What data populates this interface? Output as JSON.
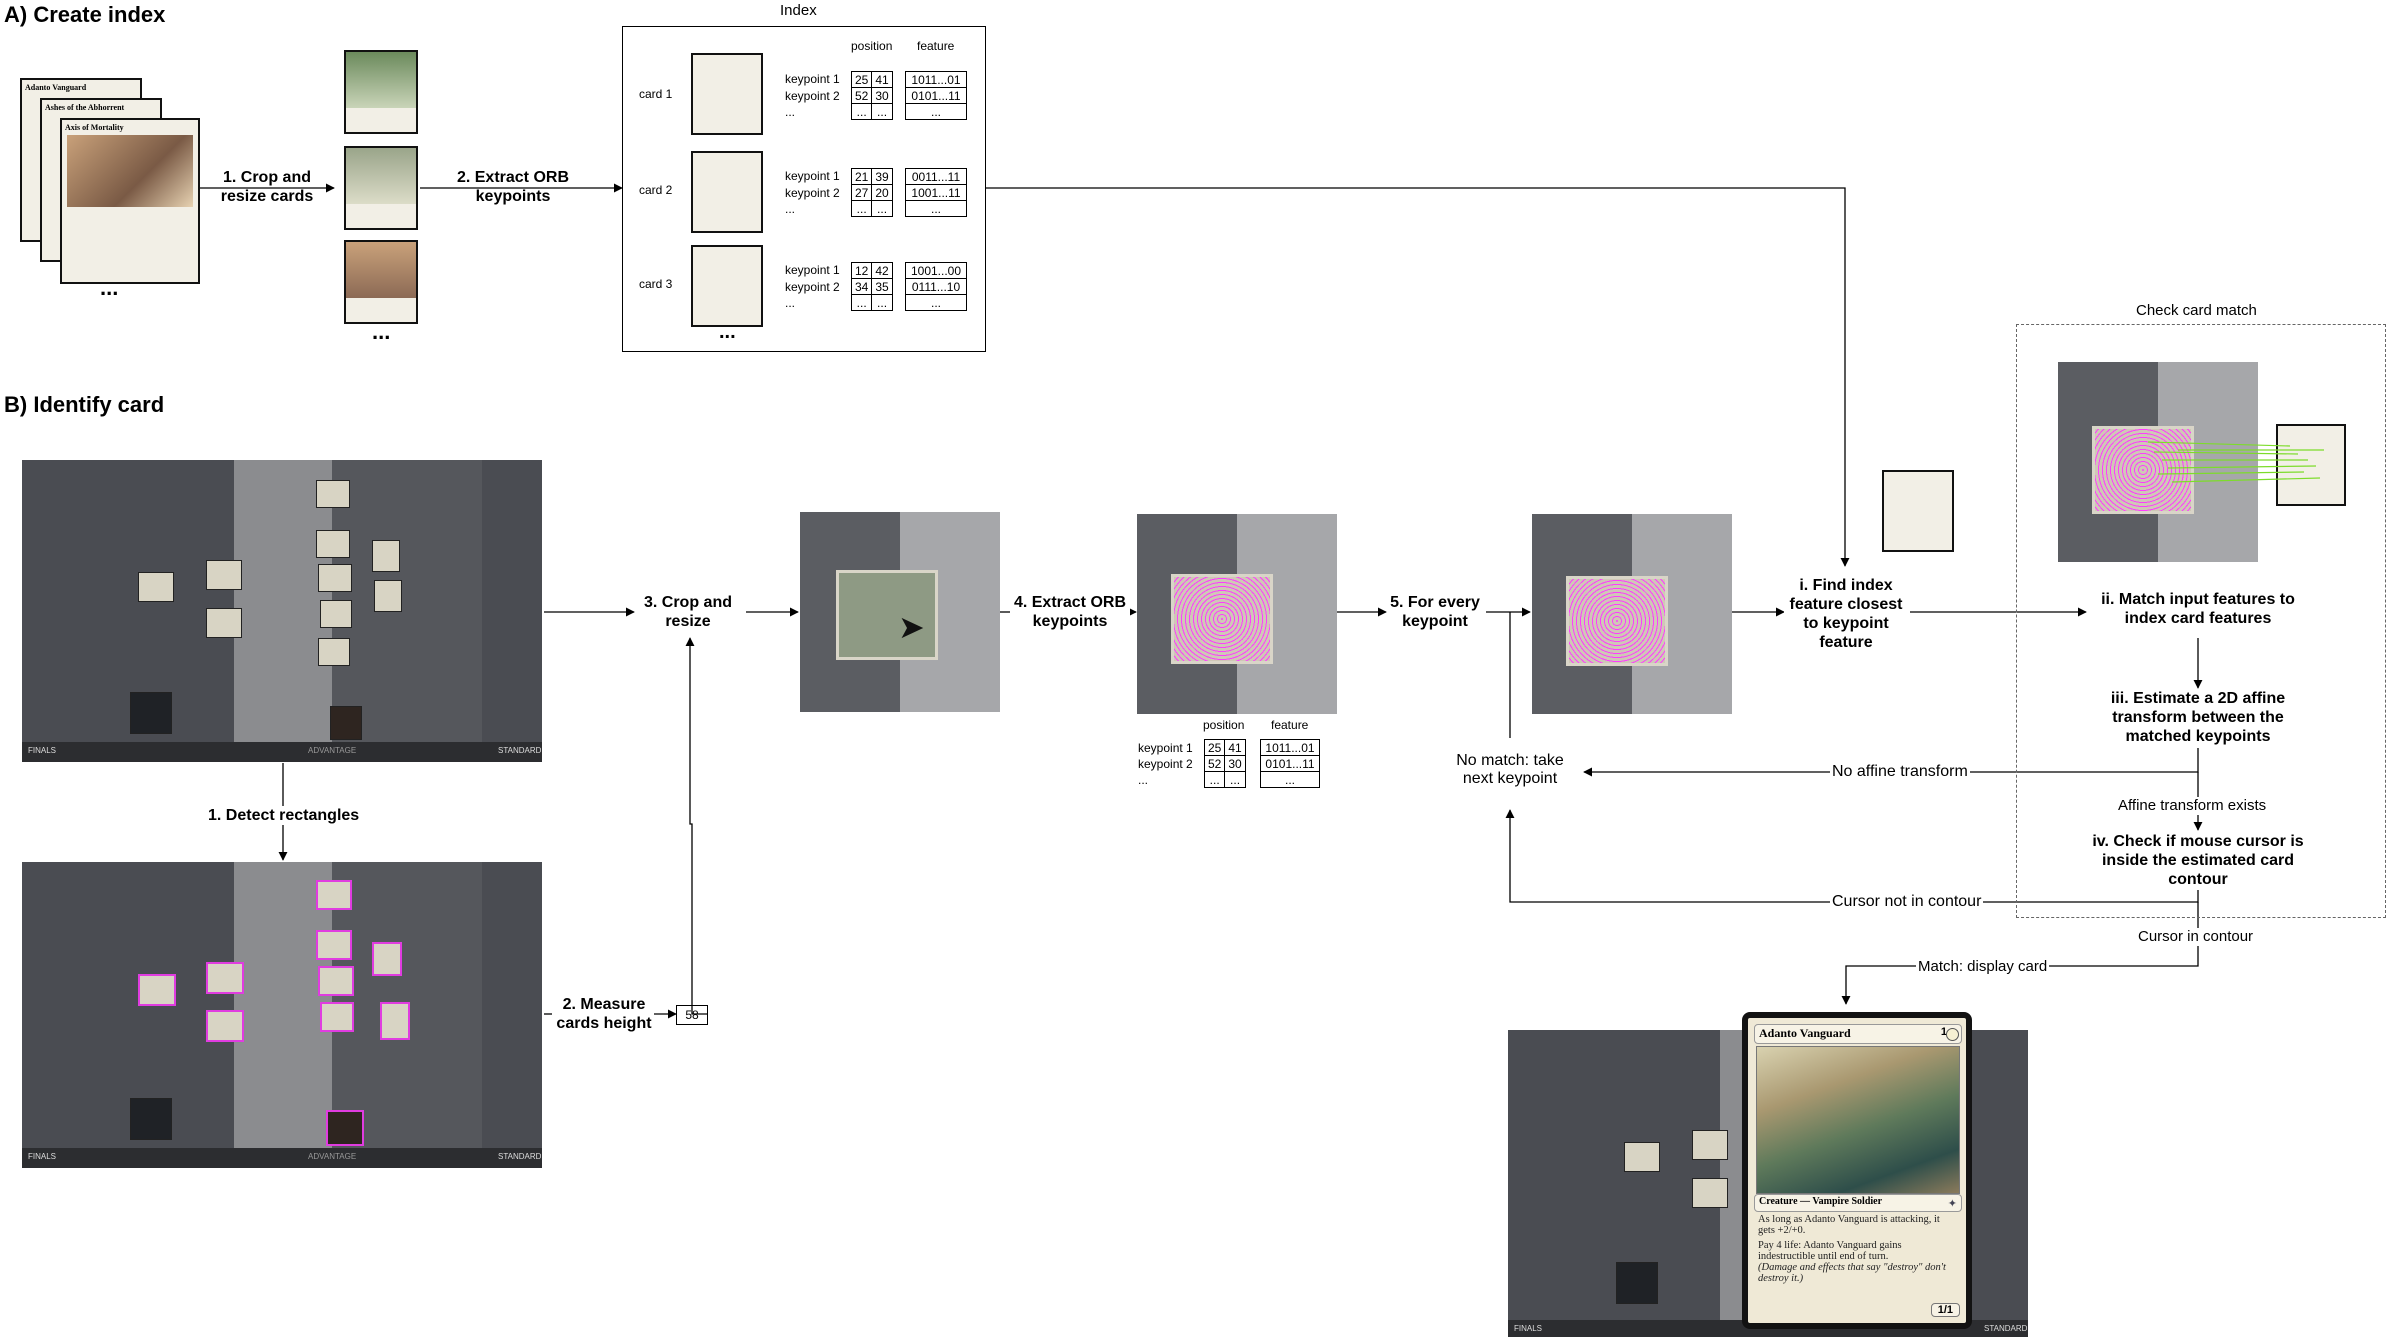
{
  "section_a": {
    "title": "A) Create index",
    "step1": "1. Crop and resize cards",
    "step2": "2. Extract ORB keypoints",
    "ellipsis": "...",
    "deck_card_names": [
      "Adanto Vanguard",
      "Ashes of the Abhorrent",
      "Axis of Mortality"
    ],
    "index": {
      "title": "Index",
      "col_position": "position",
      "col_feature": "feature",
      "cards": [
        {
          "label": "card 1",
          "rows": [
            {
              "kp": "keypoint 1",
              "p1": "25",
              "p2": "41",
              "feat": "1011...01"
            },
            {
              "kp": "keypoint 2",
              "p1": "52",
              "p2": "30",
              "feat": "0101...11"
            }
          ]
        },
        {
          "label": "card 2",
          "rows": [
            {
              "kp": "keypoint 1",
              "p1": "21",
              "p2": "39",
              "feat": "0011...11"
            },
            {
              "kp": "keypoint 2",
              "p1": "27",
              "p2": "20",
              "feat": "1001...11"
            }
          ]
        },
        {
          "label": "card 3",
          "rows": [
            {
              "kp": "keypoint 1",
              "p1": "12",
              "p2": "42",
              "feat": "1001...00"
            },
            {
              "kp": "keypoint 2",
              "p1": "34",
              "p2": "35",
              "feat": "0111...10"
            }
          ]
        }
      ],
      "more": "...",
      "more_cells": "...",
      "more_vert": "..."
    }
  },
  "section_b": {
    "title": "B) Identify card",
    "detect": "1. Detect rectangles",
    "measure": "2. Measure cards height",
    "height_value": "58",
    "crop": "3. Crop and resize",
    "extract": "4. Extract ORB keypoints",
    "every": "5. For every keypoint",
    "feat_table": {
      "col_position": "position",
      "col_feature": "feature",
      "rows": [
        {
          "kp": "keypoint 1",
          "p1": "25",
          "p2": "41",
          "feat": "1011...01"
        },
        {
          "kp": "keypoint 2",
          "p1": "52",
          "p2": "30",
          "feat": "0101...11"
        }
      ],
      "more": "...",
      "more_cells": "..."
    },
    "find": "i. Find index feature closest to keypoint feature",
    "no_match": "No match: take next keypoint",
    "check_title": "Check card match",
    "match": "ii. Match input features to index card features",
    "estimate": "iii. Estimate a 2D affine transform between the matched keypoints",
    "no_affine": "No affine transform",
    "affine_exists": "Affine transform exists",
    "check_cursor": "iv. Check if mouse cursor is inside the estimated card contour",
    "cursor_not": "Cursor not in contour",
    "cursor_in": "Cursor in contour",
    "display": "Match: display card",
    "board_logo_left": "FINALS",
    "board_logo_center": "ADVANTAGE",
    "board_logo_right": "STANDARD"
  },
  "result_card": {
    "name": "Adanto Vanguard",
    "cost": "1",
    "type_line": "Creature — Vampire Soldier",
    "text1": "As long as Adanto Vanguard is attacking, it gets +2/+0.",
    "text2": "Pay 4 life: Adanto Vanguard gains indestructible until end of turn.",
    "reminder": "(Damage and effects that say \"destroy\" don't destroy it.)",
    "pt": "1/1"
  },
  "colors": {
    "keypoint": "#ff3cff",
    "match_line": "#7ddc2b",
    "highlight": "#e03ce0"
  }
}
